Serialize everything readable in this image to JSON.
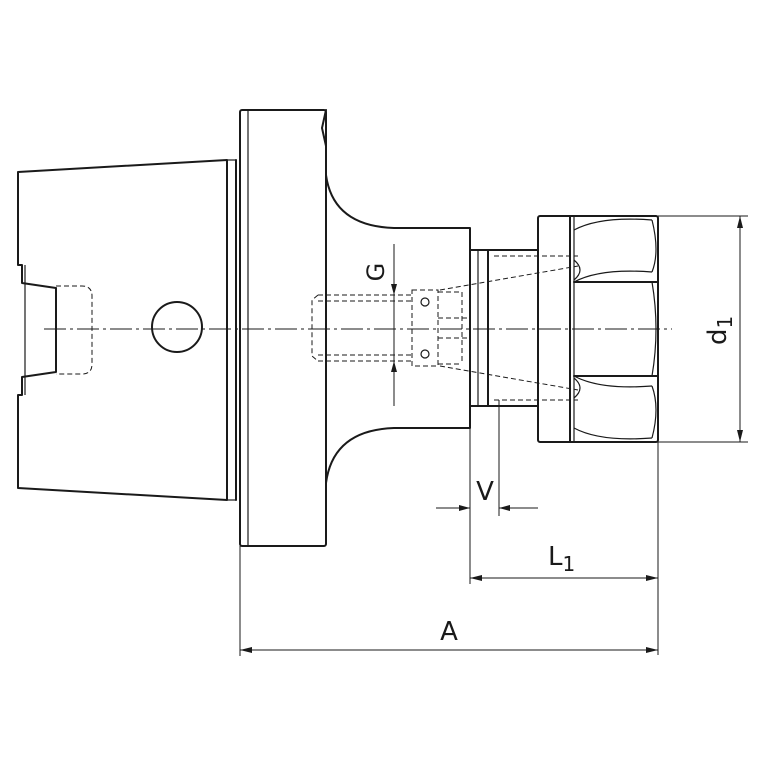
{
  "dimensions": {
    "G": "G",
    "d": "d",
    "d_sub": "1",
    "V": "V",
    "L": "L",
    "L_sub": "1",
    "A": "A"
  }
}
